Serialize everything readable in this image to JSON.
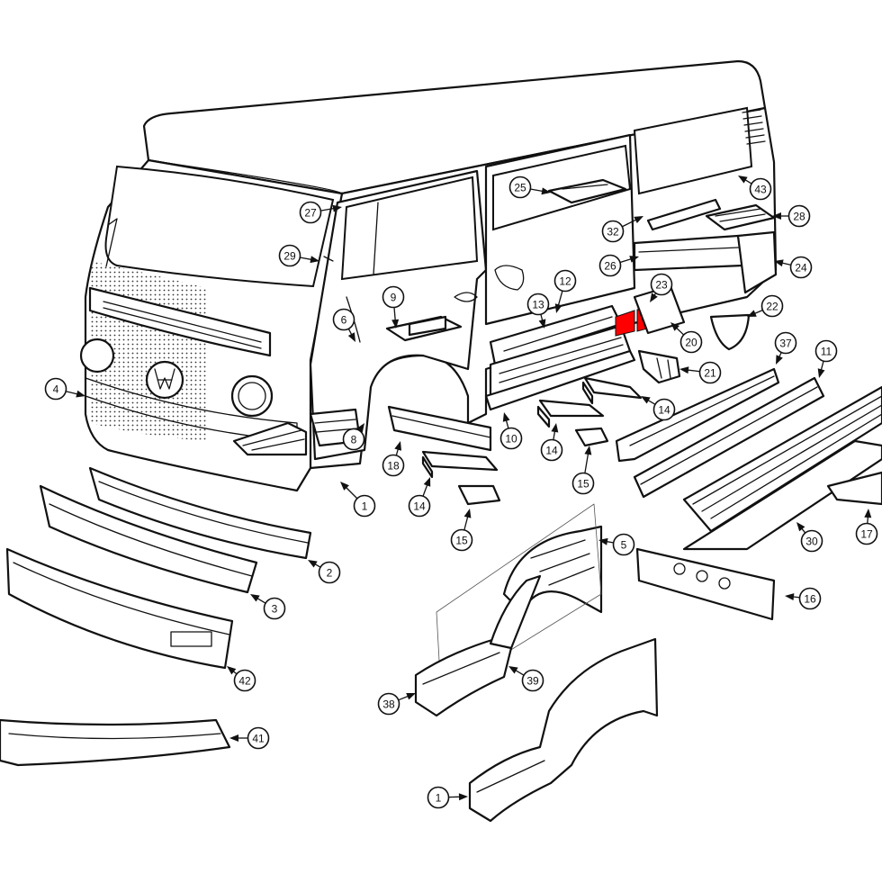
{
  "diagram": {
    "highlight_color": "#ff0000",
    "line_color": "#111111",
    "callouts": [
      {
        "id": "c27",
        "label": "27"
      },
      {
        "id": "c29",
        "label": "29"
      },
      {
        "id": "c25",
        "label": "25"
      },
      {
        "id": "c43",
        "label": "43"
      },
      {
        "id": "c28",
        "label": "28"
      },
      {
        "id": "c32",
        "label": "32"
      },
      {
        "id": "c26",
        "label": "26"
      },
      {
        "id": "c24",
        "label": "24"
      },
      {
        "id": "c23",
        "label": "23"
      },
      {
        "id": "c22",
        "label": "22"
      },
      {
        "id": "c12",
        "label": "12"
      },
      {
        "id": "c13",
        "label": "13"
      },
      {
        "id": "c9",
        "label": "9"
      },
      {
        "id": "c6",
        "label": "6"
      },
      {
        "id": "c20",
        "label": "20"
      },
      {
        "id": "c37",
        "label": "37"
      },
      {
        "id": "c11",
        "label": "11"
      },
      {
        "id": "c21",
        "label": "21"
      },
      {
        "id": "c4",
        "label": "4"
      },
      {
        "id": "c8",
        "label": "8"
      },
      {
        "id": "c10",
        "label": "10"
      },
      {
        "id": "c14a",
        "label": "14"
      },
      {
        "id": "c14b",
        "label": "14"
      },
      {
        "id": "c14c",
        "label": "14"
      },
      {
        "id": "c15a",
        "label": "15"
      },
      {
        "id": "c15b",
        "label": "15"
      },
      {
        "id": "c18",
        "label": "18"
      },
      {
        "id": "c1a",
        "label": "1"
      },
      {
        "id": "c2",
        "label": "2"
      },
      {
        "id": "c3",
        "label": "3"
      },
      {
        "id": "c42",
        "label": "42"
      },
      {
        "id": "c41",
        "label": "41"
      },
      {
        "id": "c5",
        "label": "5"
      },
      {
        "id": "c16",
        "label": "16"
      },
      {
        "id": "c30",
        "label": "30"
      },
      {
        "id": "c17",
        "label": "17"
      },
      {
        "id": "c38",
        "label": "38"
      },
      {
        "id": "c39",
        "label": "39"
      },
      {
        "id": "c1b",
        "label": "1"
      }
    ]
  }
}
